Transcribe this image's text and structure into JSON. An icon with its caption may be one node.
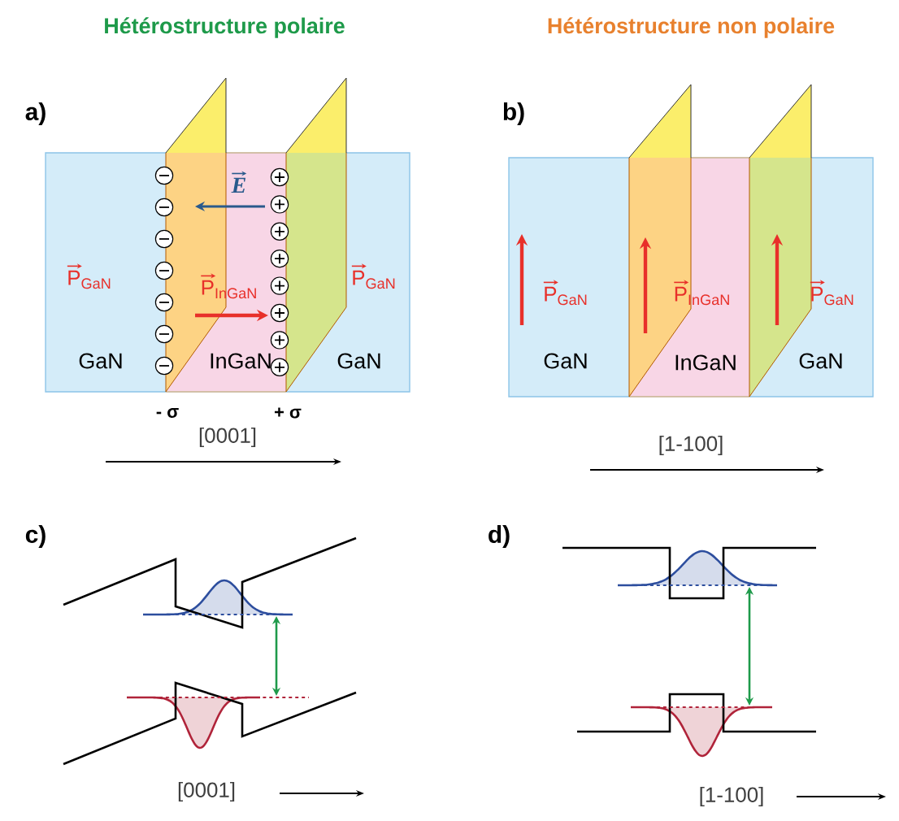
{
  "diagram": {
    "nodes": [
      {
        "text": [
          "GaN"
        ]
      },
      {
        "text": [
          "InGaN"
        ]
      },
      {
        "text": [
          "GaN"
        ]
      },
      {
        "text": [
          "GaN"
        ]
      },
      {
        "text": [
          "InGaN"
        ]
      },
      {
        "text": [
          "GaN"
        ]
      }
    ],
    "labels": [
      "Hétérostructure polaire",
      "Hétérostructure non polaire",
      "a)",
      "E",
      "P$_{GaN}$",
      "P$_{InGaN}$",
      "P$_{GaN}$",
      "- σ",
      "+ σ",
      "[0001]",
      "b)",
      "P$_{GaN}$",
      "P$_{InGaN}$",
      "P$_{GaN}$",
      "[1-100]",
      "c)",
      "[0001]",
      "d)",
      "[1-100]"
    ]
  }
}
